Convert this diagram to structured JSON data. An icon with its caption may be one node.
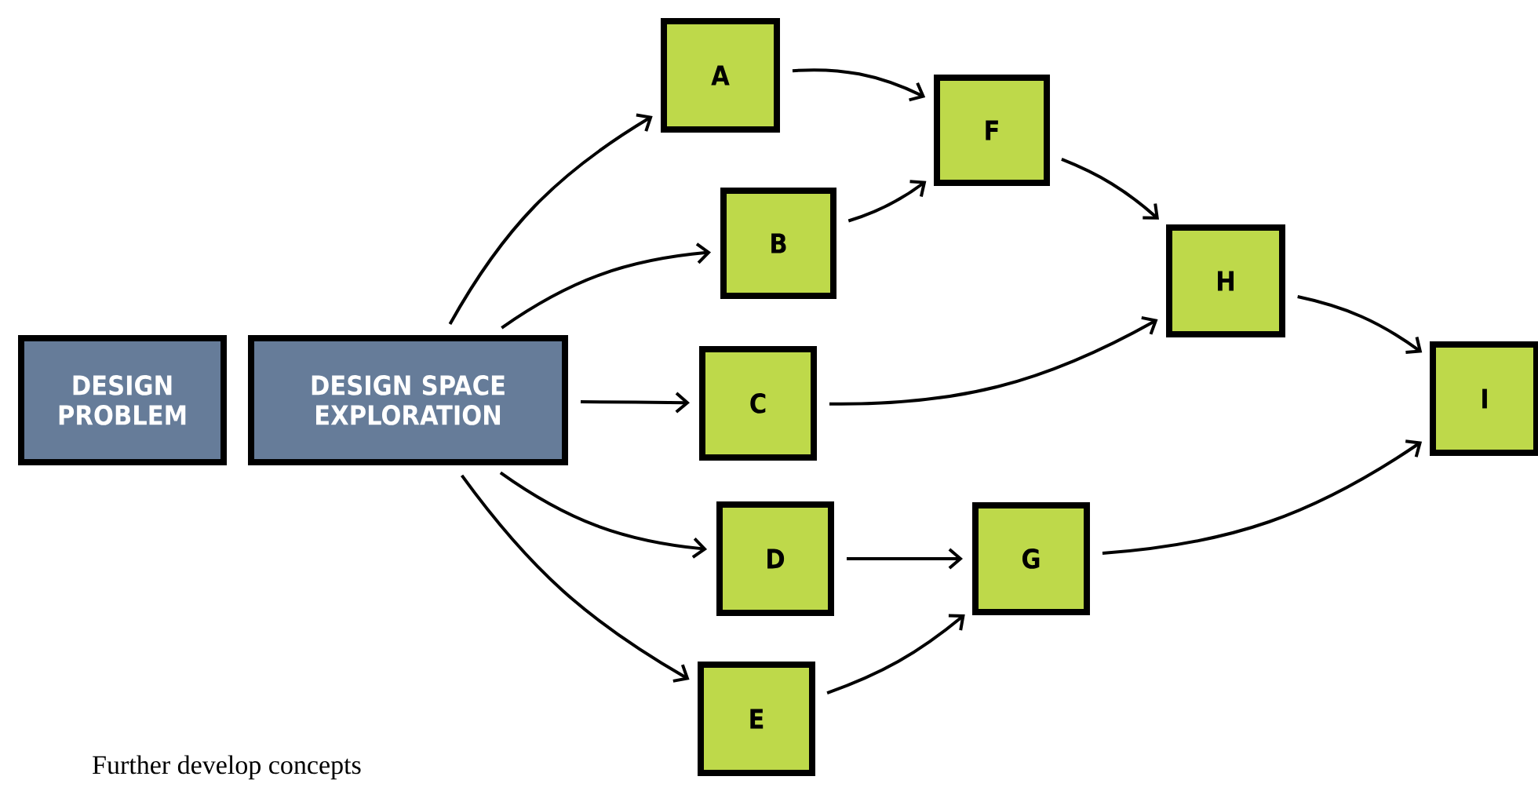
{
  "diagram": {
    "nodes": [
      {
        "text": [
          "DESIGN PROBLEM"
        ]
      },
      {
        "text": [
          "DESIGN SPACE EXPLORATION"
        ]
      },
      {
        "text": [
          "A"
        ]
      },
      {
        "text": [
          "B"
        ]
      },
      {
        "text": [
          "C"
        ]
      },
      {
        "text": [
          "D"
        ]
      },
      {
        "text": [
          "E"
        ]
      },
      {
        "text": [
          "F"
        ]
      },
      {
        "text": [
          "G"
        ]
      },
      {
        "text": [
          "H"
        ]
      },
      {
        "text": [
          "I"
        ]
      }
    ],
    "edges": [
      {
        "from": 1,
        "to": 2,
        "arrow": "to"
      },
      {
        "from": 1,
        "to": 3,
        "arrow": "to"
      },
      {
        "from": 1,
        "to": 4,
        "arrow": "to"
      },
      {
        "from": 1,
        "to": 5,
        "arrow": "to"
      },
      {
        "from": 1,
        "to": 6,
        "arrow": "to"
      },
      {
        "from": 2,
        "to": 7,
        "arrow": "to"
      },
      {
        "from": 3,
        "to": 7,
        "arrow": "to"
      },
      {
        "from": 7,
        "to": 9,
        "arrow": "to"
      },
      {
        "from": 4,
        "to": 9,
        "arrow": "to"
      },
      {
        "from": 5,
        "to": 8,
        "arrow": "to"
      },
      {
        "from": 6,
        "to": 8,
        "arrow": "to"
      },
      {
        "from": 9,
        "to": 10,
        "arrow": "to"
      },
      {
        "from": 8,
        "to": 10,
        "arrow": "to"
      }
    ],
    "labels": [
      "Further develop concepts"
    ]
  }
}
